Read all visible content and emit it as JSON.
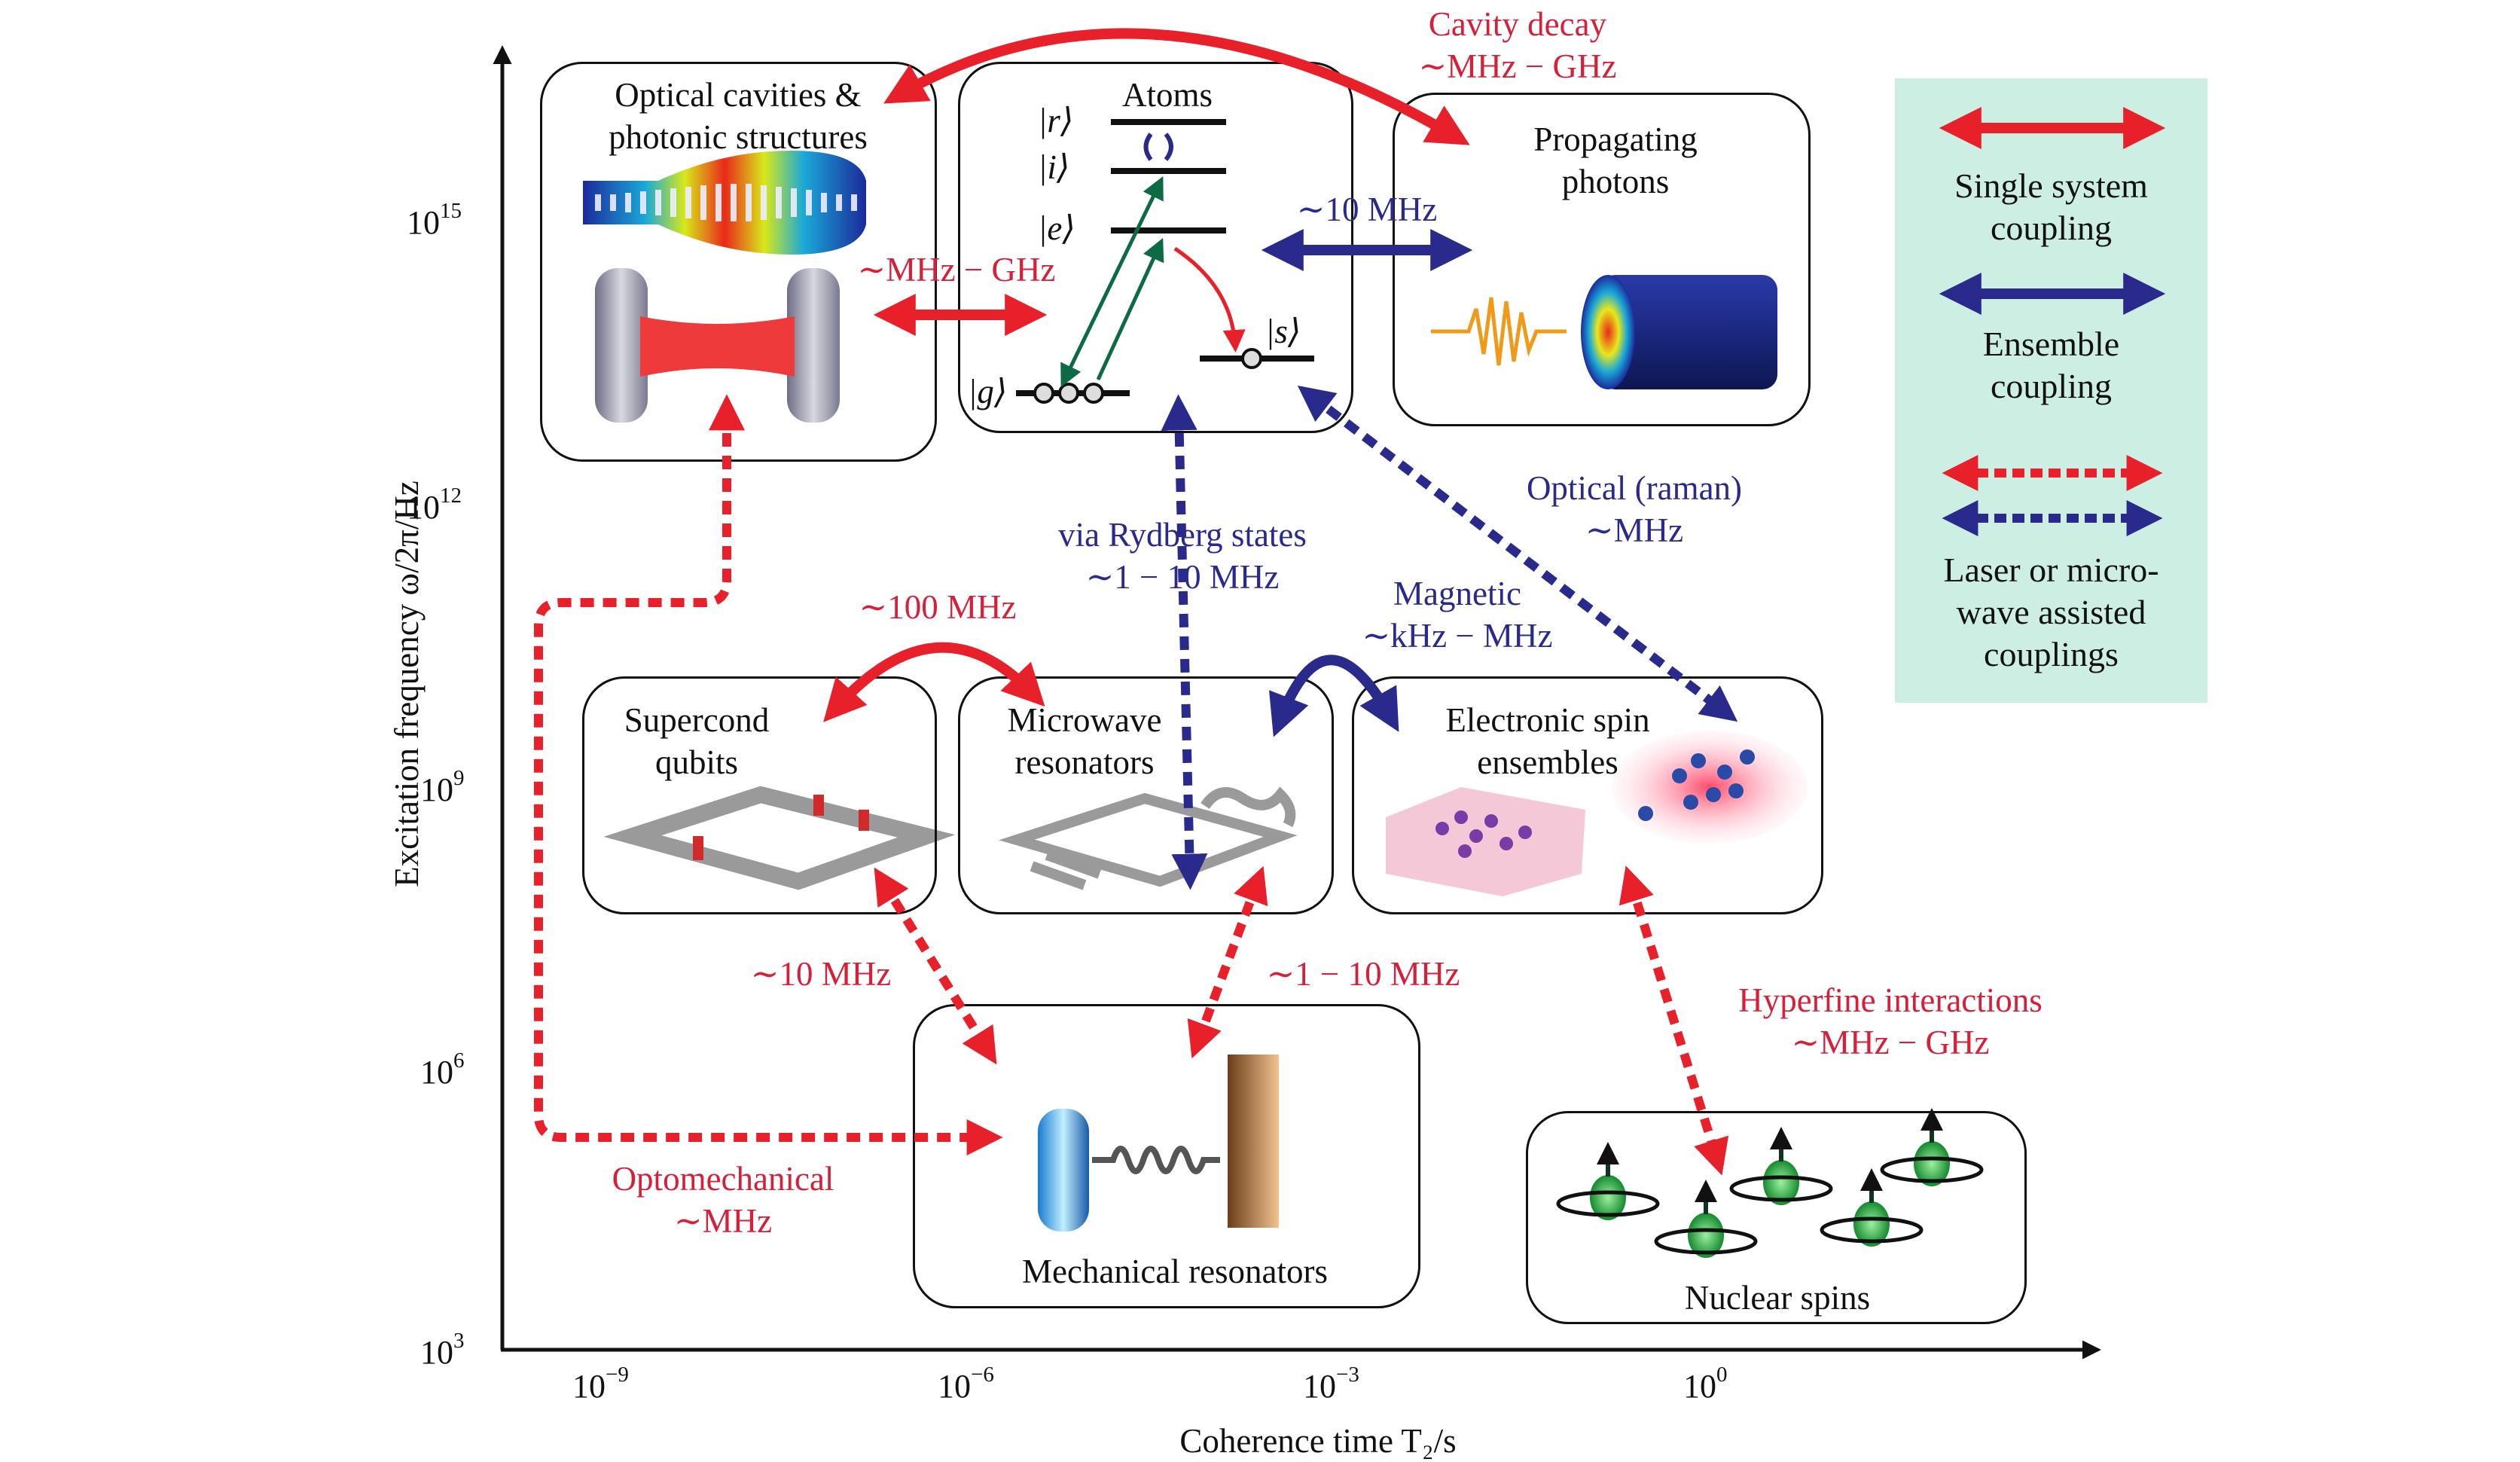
{
  "axes": {
    "y_label": "Excitation frequency ω/2π/Hz",
    "x_label": "Coherence time T₂/s",
    "y_ticks": [
      {
        "base": "10",
        "exp": "15"
      },
      {
        "base": "10",
        "exp": "12"
      },
      {
        "base": "10",
        "exp": "9"
      },
      {
        "base": "10",
        "exp": "6"
      },
      {
        "base": "10",
        "exp": "3"
      }
    ],
    "x_ticks": [
      {
        "base": "10",
        "exp": "−9"
      },
      {
        "base": "10",
        "exp": "−6"
      },
      {
        "base": "10",
        "exp": "−3"
      },
      {
        "base": "10",
        "exp": "0"
      }
    ]
  },
  "systems": {
    "optical": "Optical cavities &\nphotonic structures",
    "atoms": "Atoms",
    "propagating": "Propagating\nphotons",
    "supercond": "Supercond\nqubits",
    "microwave": "Microwave\nresonators",
    "electronic": "Electronic spin\nensembles",
    "mechanical": "Mechanical resonators",
    "nuclear": "Nuclear spins"
  },
  "atom_levels": {
    "r": "|r⟩",
    "i": "|i⟩",
    "e": "|e⟩",
    "g": "|g⟩",
    "s": "|s⟩"
  },
  "couplings": {
    "cavity_decay": "Cavity decay\n∼MHz − GHz",
    "cavity_atoms": "∼MHz − GHz",
    "atoms_photons": "∼10 MHz",
    "rydberg": "via Rydberg states\n∼1 − 10 MHz",
    "optical_raman": "Optical (raman)\n∼MHz",
    "magnetic": "Magnetic\n∼kHz − MHz",
    "supercond_microwave": "∼100 MHz",
    "supercond_mech": "∼10 MHz",
    "microwave_mech": "∼1 − 10 MHz",
    "hyperfine": "Hyperfine interactions\n∼MHz − GHz",
    "optomechanical": "Optomechanical\n∼MHz"
  },
  "legend": {
    "single": "Single system\ncoupling",
    "ensemble": "Ensemble\ncoupling",
    "assisted": "Laser or micro-\nwave assisted\ncouplings",
    "colors": {
      "single": "#e8202a",
      "ensemble": "#2a2a8c",
      "background": "#cdeee3"
    }
  }
}
